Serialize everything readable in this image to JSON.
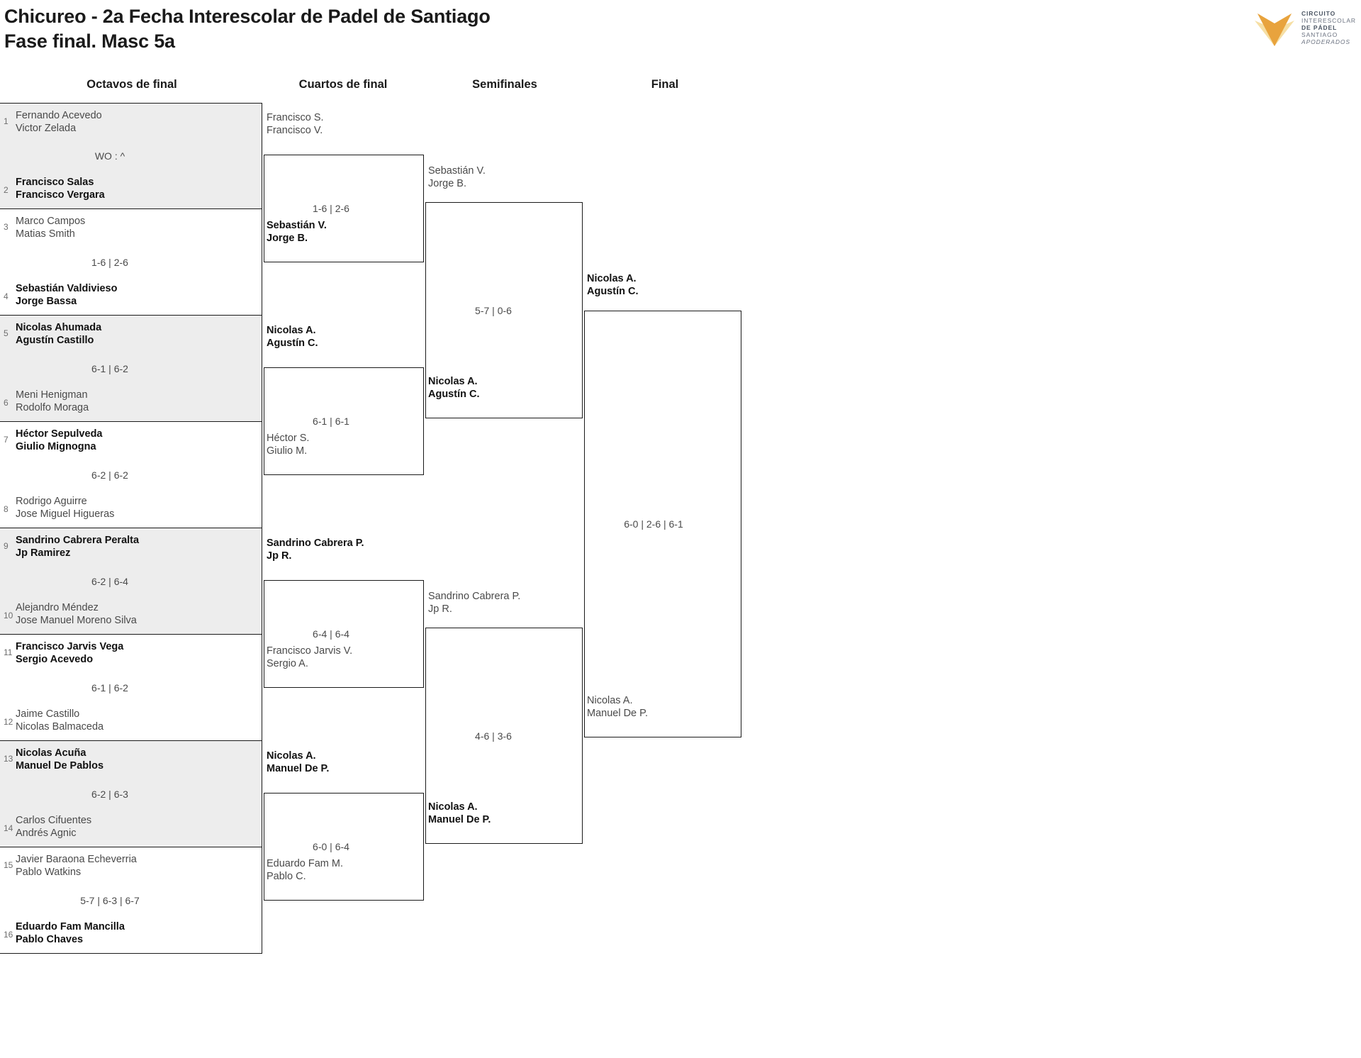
{
  "header": {
    "title_line1": "Chicureo - 2a Fecha Interescolar de Padel de Santiago",
    "title_line2": "Fase final. Masc 5a",
    "logo": {
      "line1": "CIRCUITO",
      "line2": "INTERESCOLAR",
      "line3": "DE PÁDEL",
      "line4": "SANTIAGO",
      "line5": "APODERADOS",
      "color_dark": "#E8A33D",
      "color_mid": "#E9B35C",
      "color_light": "#F6DFA4"
    }
  },
  "rounds": [
    {
      "label": "Octavos de final"
    },
    {
      "label": "Cuartos de final"
    },
    {
      "label": "Semifinales"
    },
    {
      "label": "Final"
    }
  ],
  "round1": [
    {
      "shaded": true,
      "top": {
        "seed": "1",
        "p1": "Fernando Acevedo",
        "p2": "Victor Zelada",
        "winner": false
      },
      "bottom": {
        "seed": "2",
        "p1": "Francisco Salas",
        "p2": "Francisco Vergara",
        "winner": true
      },
      "score": "WO : ^"
    },
    {
      "shaded": false,
      "top": {
        "seed": "3",
        "p1": "Marco Campos",
        "p2": "Matias Smith",
        "winner": false
      },
      "bottom": {
        "seed": "4",
        "p1": "Sebastián Valdivieso",
        "p2": "Jorge Bassa",
        "winner": true
      },
      "score": "1-6 | 2-6"
    },
    {
      "shaded": true,
      "top": {
        "seed": "5",
        "p1": "Nicolas Ahumada",
        "p2": "Agustín Castillo",
        "winner": true
      },
      "bottom": {
        "seed": "6",
        "p1": "Meni Henigman",
        "p2": "Rodolfo Moraga",
        "winner": false
      },
      "score": "6-1 | 6-2"
    },
    {
      "shaded": false,
      "top": {
        "seed": "7",
        "p1": "Héctor Sepulveda",
        "p2": "Giulio Mignogna",
        "winner": true
      },
      "bottom": {
        "seed": "8",
        "p1": "Rodrigo Aguirre",
        "p2": "Jose Miguel Higueras",
        "winner": false
      },
      "score": "6-2 | 6-2"
    },
    {
      "shaded": true,
      "top": {
        "seed": "9",
        "p1": "Sandrino Cabrera Peralta",
        "p2": "Jp Ramirez",
        "winner": true
      },
      "bottom": {
        "seed": "10",
        "p1": "Alejandro Méndez",
        "p2": "Jose Manuel Moreno Silva",
        "winner": false
      },
      "score": "6-2 | 6-4"
    },
    {
      "shaded": false,
      "top": {
        "seed": "11",
        "p1": "Francisco Jarvis Vega",
        "p2": "Sergio Acevedo",
        "winner": true
      },
      "bottom": {
        "seed": "12",
        "p1": "Jaime Castillo",
        "p2": "Nicolas Balmaceda",
        "winner": false
      },
      "score": "6-1 | 6-2"
    },
    {
      "shaded": true,
      "top": {
        "seed": "13",
        "p1": "Nicolas Acuña",
        "p2": "Manuel De Pablos",
        "winner": true
      },
      "bottom": {
        "seed": "14",
        "p1": "Carlos Cifuentes",
        "p2": "Andrés Agnic",
        "winner": false
      },
      "score": "6-2 | 6-3"
    },
    {
      "shaded": false,
      "top": {
        "seed": "15",
        "p1": "Javier Baraona Echeverria",
        "p2": "Pablo Watkins",
        "winner": false
      },
      "bottom": {
        "seed": "16",
        "p1": "Eduardo Fam Mancilla",
        "p2": "Pablo Chaves",
        "winner": true
      },
      "score": "5-7 | 6-3 | 6-7"
    }
  ],
  "round2": [
    {
      "top": {
        "p1": "Francisco S.",
        "p2": "Francisco V.",
        "winner": false
      },
      "bottom": {
        "p1": "Sebastián V.",
        "p2": "Jorge B.",
        "winner": true
      },
      "score": "1-6 | 2-6"
    },
    {
      "top": {
        "p1": "Nicolas A.",
        "p2": "Agustín C.",
        "winner": true
      },
      "bottom": {
        "p1": "Héctor S.",
        "p2": "Giulio M.",
        "winner": false
      },
      "score": "6-1 | 6-1"
    },
    {
      "top": {
        "p1": "Sandrino Cabrera P.",
        "p2": "Jp R.",
        "winner": true
      },
      "bottom": {
        "p1": "Francisco Jarvis V.",
        "p2": "Sergio A.",
        "winner": false
      },
      "score": "6-4 | 6-4"
    },
    {
      "top": {
        "p1": "Nicolas A.",
        "p2": "Manuel De P.",
        "winner": true
      },
      "bottom": {
        "p1": "Eduardo Fam M.",
        "p2": "Pablo C.",
        "winner": false
      },
      "score": "6-0 | 6-4"
    }
  ],
  "round3": [
    {
      "top": {
        "p1": "Sebastián V.",
        "p2": "Jorge B.",
        "winner": false
      },
      "bottom": {
        "p1": "Nicolas A.",
        "p2": "Agustín C.",
        "winner": true
      },
      "score": "5-7 | 0-6"
    },
    {
      "top": {
        "p1": "Sandrino Cabrera P.",
        "p2": "Jp R.",
        "winner": false
      },
      "bottom": {
        "p1": "Nicolas A.",
        "p2": "Manuel De P.",
        "winner": true
      },
      "score": "4-6 | 3-6"
    }
  ],
  "round4": [
    {
      "top": {
        "p1": "Nicolas A.",
        "p2": "Agustín C.",
        "winner": true
      },
      "bottom": {
        "p1": "Nicolas A.",
        "p2": "Manuel De P.",
        "winner": false
      },
      "score": "6-0 | 2-6 | 6-1"
    }
  ]
}
